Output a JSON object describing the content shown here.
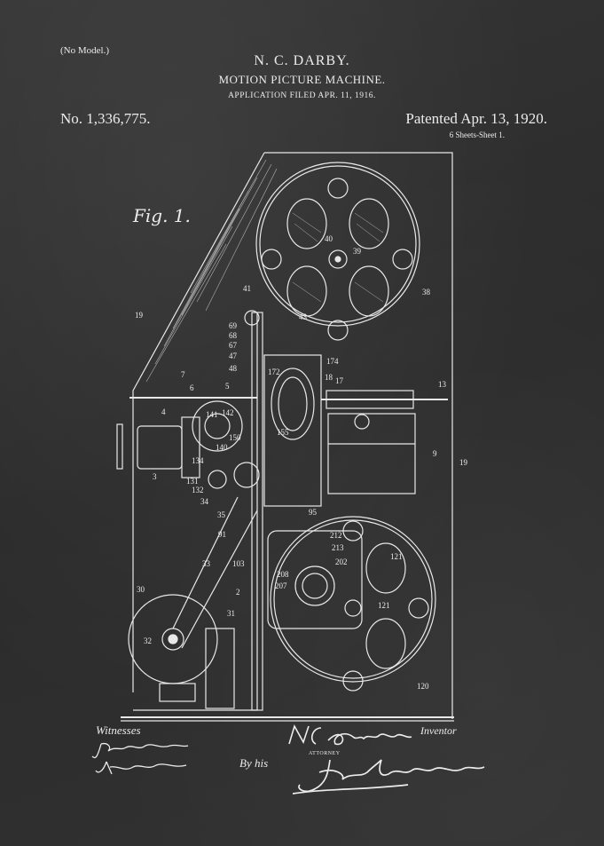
{
  "header": {
    "no_model": "(No Model.)",
    "inventor_name": "N. C. DARBY.",
    "invention_title": "MOTION PICTURE MACHINE.",
    "application_filed": "APPLICATION FILED APR. 11, 1916.",
    "patent_number": "No. 1,336,775.",
    "patented_date": "Patented Apr. 13, 1920.",
    "sheet_info": "6 Sheets-Sheet 1."
  },
  "figure": {
    "label": "Fig. 1.",
    "reference_numerals": [
      "19",
      "7",
      "6",
      "4",
      "5",
      "3",
      "141",
      "142",
      "150",
      "140",
      "134",
      "131",
      "132",
      "34",
      "35",
      "91",
      "33",
      "103",
      "2",
      "30",
      "32",
      "31",
      "41",
      "69",
      "68",
      "67",
      "47",
      "48",
      "172",
      "174",
      "155",
      "18",
      "17",
      "13",
      "9",
      "19",
      "95",
      "212",
      "213",
      "202",
      "208",
      "207",
      "121",
      "121",
      "120",
      "38",
      "40",
      "39",
      "43"
    ]
  },
  "footer": {
    "witnesses_label": "Witnesses",
    "inventor_label": "Inventor",
    "by_his": "By his",
    "attorney_label": "ATTORNEY",
    "signatures": {
      "inventor": "N. C. Darby",
      "witness_1": "John Darby",
      "witness_2": "H. B. Degen",
      "attorney": "John D Morgan"
    }
  },
  "colors": {
    "chalkboard": "#2f2f2f",
    "chalk": "#ececec"
  }
}
